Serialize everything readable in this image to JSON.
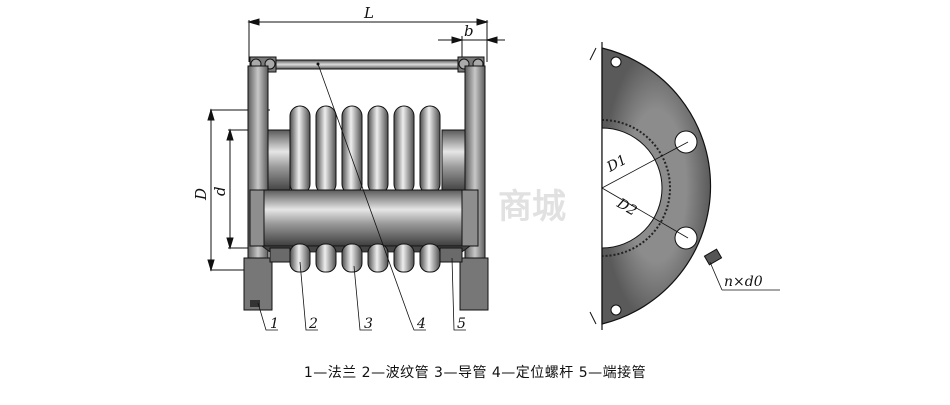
{
  "dimensions": {
    "L": "L",
    "b": "b",
    "D": "D",
    "d": "d",
    "D1": "D1",
    "D2": "D2",
    "n_d0": "n×d0"
  },
  "part_numbers": [
    "1",
    "2",
    "3",
    "4",
    "5"
  ],
  "legend": "1—法兰 2—波纹管 3—导管 4—定位螺杆 5—端接管",
  "watermark": "商城",
  "colors": {
    "line": "#111111",
    "metal_dark": "#6f6f6f",
    "metal_mid": "#9a9a9a",
    "metal_light": "#d6d6d6"
  }
}
